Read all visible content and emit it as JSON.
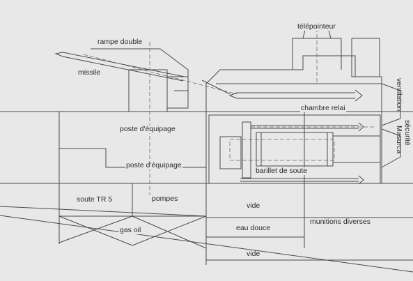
{
  "labels": {
    "telepointeur": "télépointeur",
    "rampe_double": "rampe double",
    "missile": "missile",
    "ventilation": "ventilation",
    "chambre_relai": "chambre relai",
    "securite": "sécurité",
    "masurca": "Masurca",
    "poste_equipage_1": "poste d'équipage",
    "poste_equipage_2": "poste d'équipage",
    "barillet_de_soute": "barillet de soute",
    "soute_tr5": "soute TR 5",
    "pompes": "pompes",
    "vide_1": "vide",
    "munitions_diverses": "munitions diverses",
    "gas_oil": "gas oil",
    "eau_douce": "eau douce",
    "vide_2": "vide"
  },
  "colors": {
    "background": "#e8e8e8",
    "line": "#4a4a4a",
    "dashed": "#6a6a6a"
  }
}
